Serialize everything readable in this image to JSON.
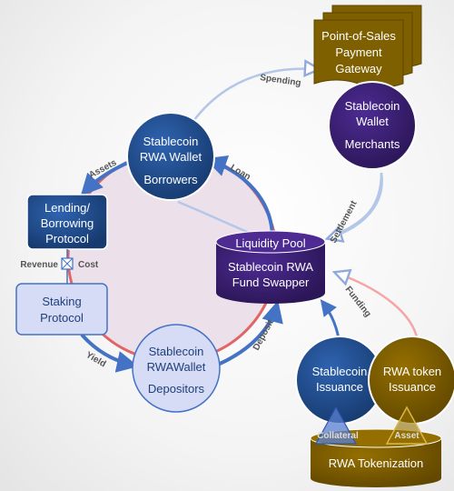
{
  "nodes": {
    "pos_gateway": {
      "lines": [
        "Point-of-Sales",
        "Payment",
        "Gateway"
      ]
    },
    "merchants": {
      "title": [
        "Stablecoin",
        "Wallet"
      ],
      "subtitle": "Merchants"
    },
    "borrowers": {
      "title": [
        "Stablecoin",
        "RWA Wallet"
      ],
      "subtitle": "Borrowers"
    },
    "lending": {
      "lines": [
        "Lending/",
        "Borrowing",
        "Protocol"
      ]
    },
    "staking": {
      "lines": [
        "Staking",
        "Protocol"
      ]
    },
    "depositors": {
      "title": [
        "Stablecoin",
        "RWAWallet"
      ],
      "subtitle": "Depositors"
    },
    "liquidity_pool": {
      "title": "Liquidity Pool",
      "subtitle": [
        "Stablecoin RWA",
        "Fund Swapper"
      ]
    },
    "stablecoin_issuance": {
      "lines": [
        "Stablecoin",
        "Issuance"
      ]
    },
    "rwa_token_issuance": {
      "lines": [
        "RWA token",
        "Issuance"
      ]
    },
    "rwa_tokenization": {
      "label": "RWA Tokenization"
    }
  },
  "edges": {
    "spending": "Spending",
    "assets": "Assets",
    "loan": "Loan",
    "settlement": "Settlement",
    "revenue": "Revenue",
    "cost": "Cost",
    "yield": "Yield",
    "deposit": "Deposit",
    "funding": "Funding",
    "collateral": "Collateral",
    "asset": "Asset"
  },
  "colors": {
    "navy": "#1f4e8c",
    "purple": "#3c2175",
    "olive": "#7f6000",
    "olive_dark": "#5c4500",
    "light_blue": "#d6dcf5",
    "ring_fill": "#ece0ea",
    "ring_red": "#e06666",
    "ring_blue": "#4472c4",
    "pale_blue": "#b4c7e7",
    "pink": "#f4a6a6",
    "teal_tri": "#5b7fd1"
  }
}
